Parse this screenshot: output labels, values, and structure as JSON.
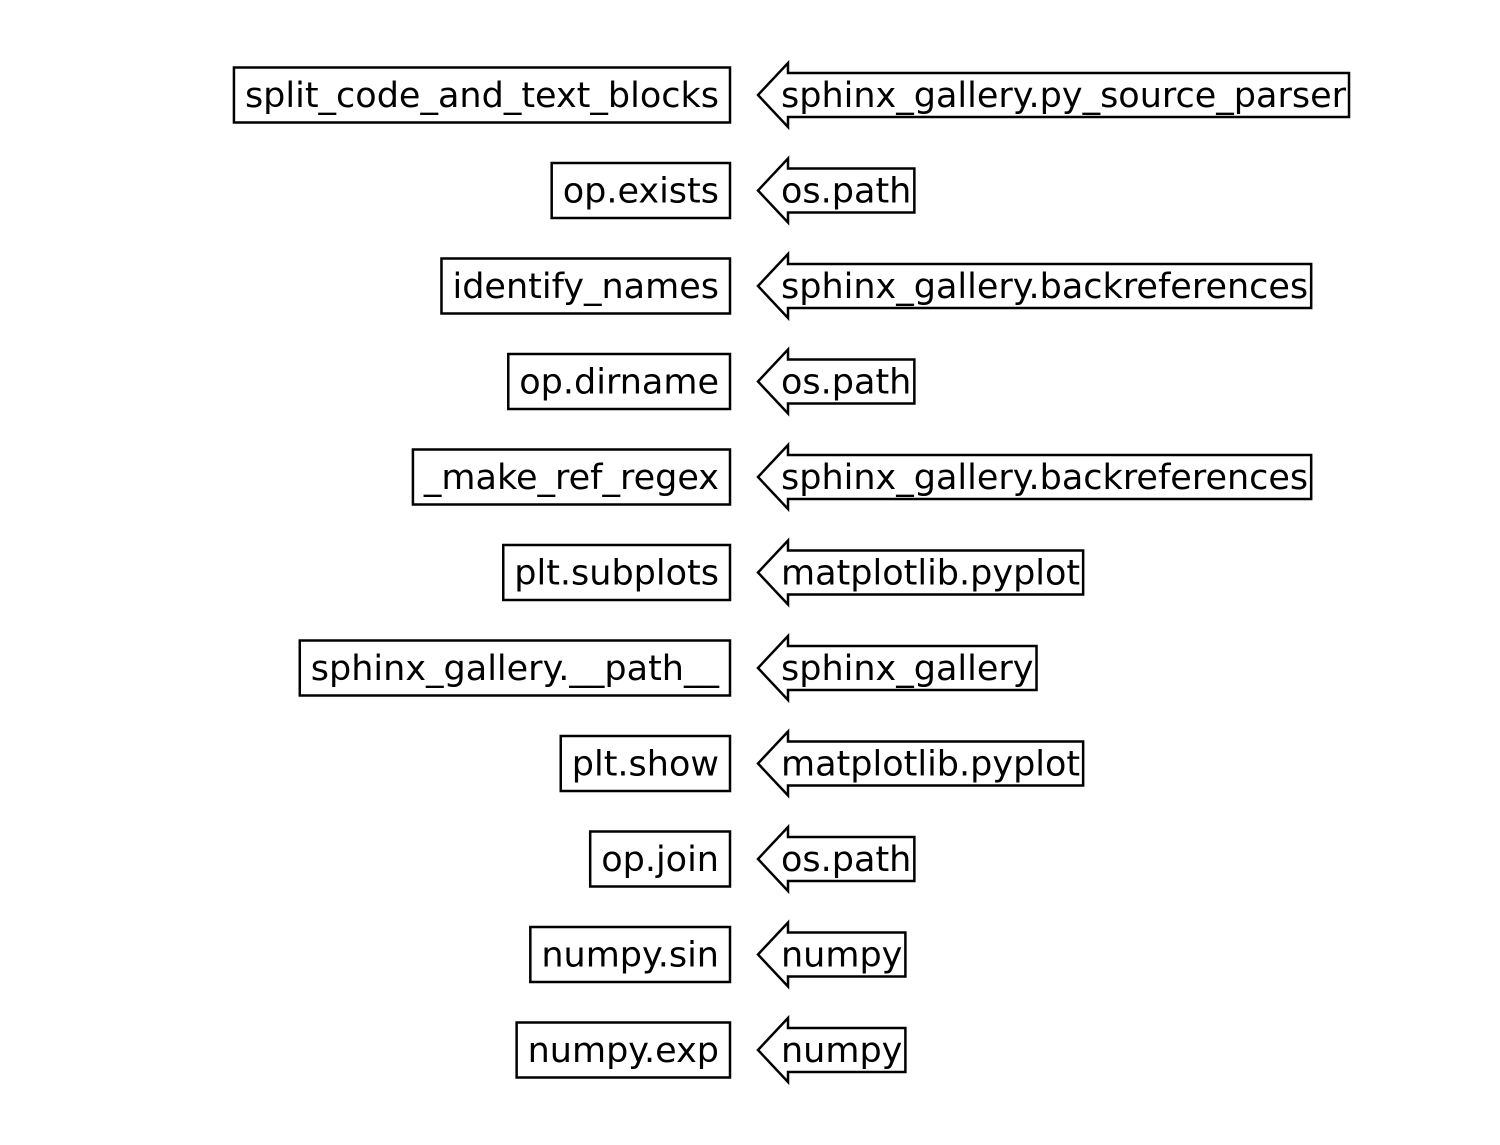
{
  "rows": [
    {
      "name": "split_code_and_text_blocks",
      "module": "sphinx_gallery.py_source_parser"
    },
    {
      "name": "op.exists",
      "module": "os.path"
    },
    {
      "name": "identify_names",
      "module": "sphinx_gallery.backreferences"
    },
    {
      "name": "op.dirname",
      "module": "os.path"
    },
    {
      "name": "_make_ref_regex",
      "module": "sphinx_gallery.backreferences"
    },
    {
      "name": "plt.subplots",
      "module": "matplotlib.pyplot"
    },
    {
      "name": "sphinx_gallery.__path__",
      "module": "sphinx_gallery"
    },
    {
      "name": "plt.show",
      "module": "matplotlib.pyplot"
    },
    {
      "name": "op.join",
      "module": "os.path"
    },
    {
      "name": "numpy.sin",
      "module": "numpy"
    },
    {
      "name": "numpy.exp",
      "module": "numpy"
    }
  ],
  "colors": {
    "stroke": "#000000",
    "fill": "#ffffff",
    "text": "#000000"
  }
}
